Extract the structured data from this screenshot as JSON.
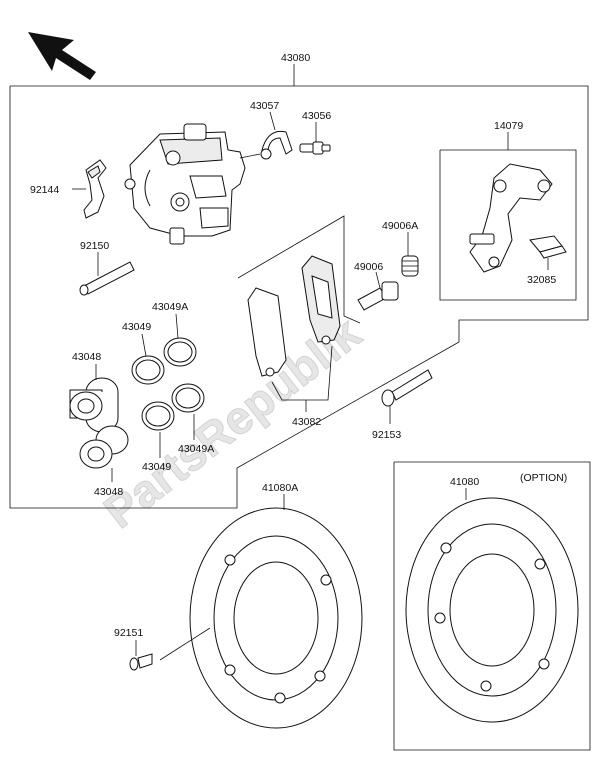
{
  "watermark": "PartsRepublik",
  "option_label": "(OPTION)",
  "labels": {
    "assembly": "43080",
    "bracket": "14079",
    "bleeder_cap": "43057",
    "bleeder": "43056",
    "spring": "92144",
    "pin": "92150",
    "boot": "49006A",
    "collar": "49006",
    "pad_spring": "32085",
    "seal_a_top": "43049A",
    "seal_top": "43049",
    "piston_top": "43048",
    "pads": "43082",
    "bolt": "92153",
    "seal_bottom": "43049",
    "seal_a_bottom": "43049A",
    "piston_bottom": "43048",
    "disc": "41080A",
    "disc_option": "41080",
    "disc_bolt": "92151"
  },
  "colors": {
    "line": "#111111",
    "watermark": "#d9d9d9"
  },
  "icons": {
    "direction": "arrow-up-left"
  }
}
